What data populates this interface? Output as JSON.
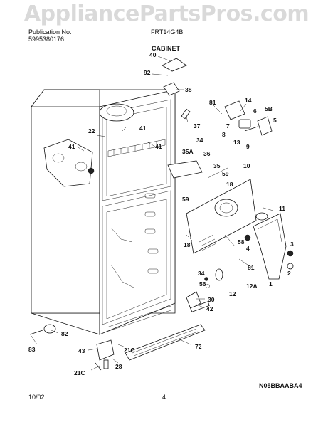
{
  "watermark": "AppliancePartsPros.com",
  "header": {
    "publication_label": "Publication No.",
    "publication_no": "5995380176",
    "model": "FRT14G4B",
    "section": "CABINET"
  },
  "callouts": [
    "40",
    "92",
    "38",
    "81",
    "14",
    "6",
    "5B",
    "5",
    "37",
    "8",
    "7",
    "13",
    "9",
    "22",
    "41",
    "41",
    "41",
    "34",
    "35A",
    "36",
    "35",
    "59",
    "10",
    "59",
    "18",
    "11",
    "4",
    "3",
    "2",
    "58",
    "81",
    "1",
    "18",
    "34",
    "56",
    "12",
    "12A",
    "30",
    "42",
    "82",
    "83",
    "72",
    "43",
    "28",
    "21C",
    "21C"
  ],
  "footer": {
    "date": "10/02",
    "page": "4",
    "code": "N05BBAABA4"
  }
}
